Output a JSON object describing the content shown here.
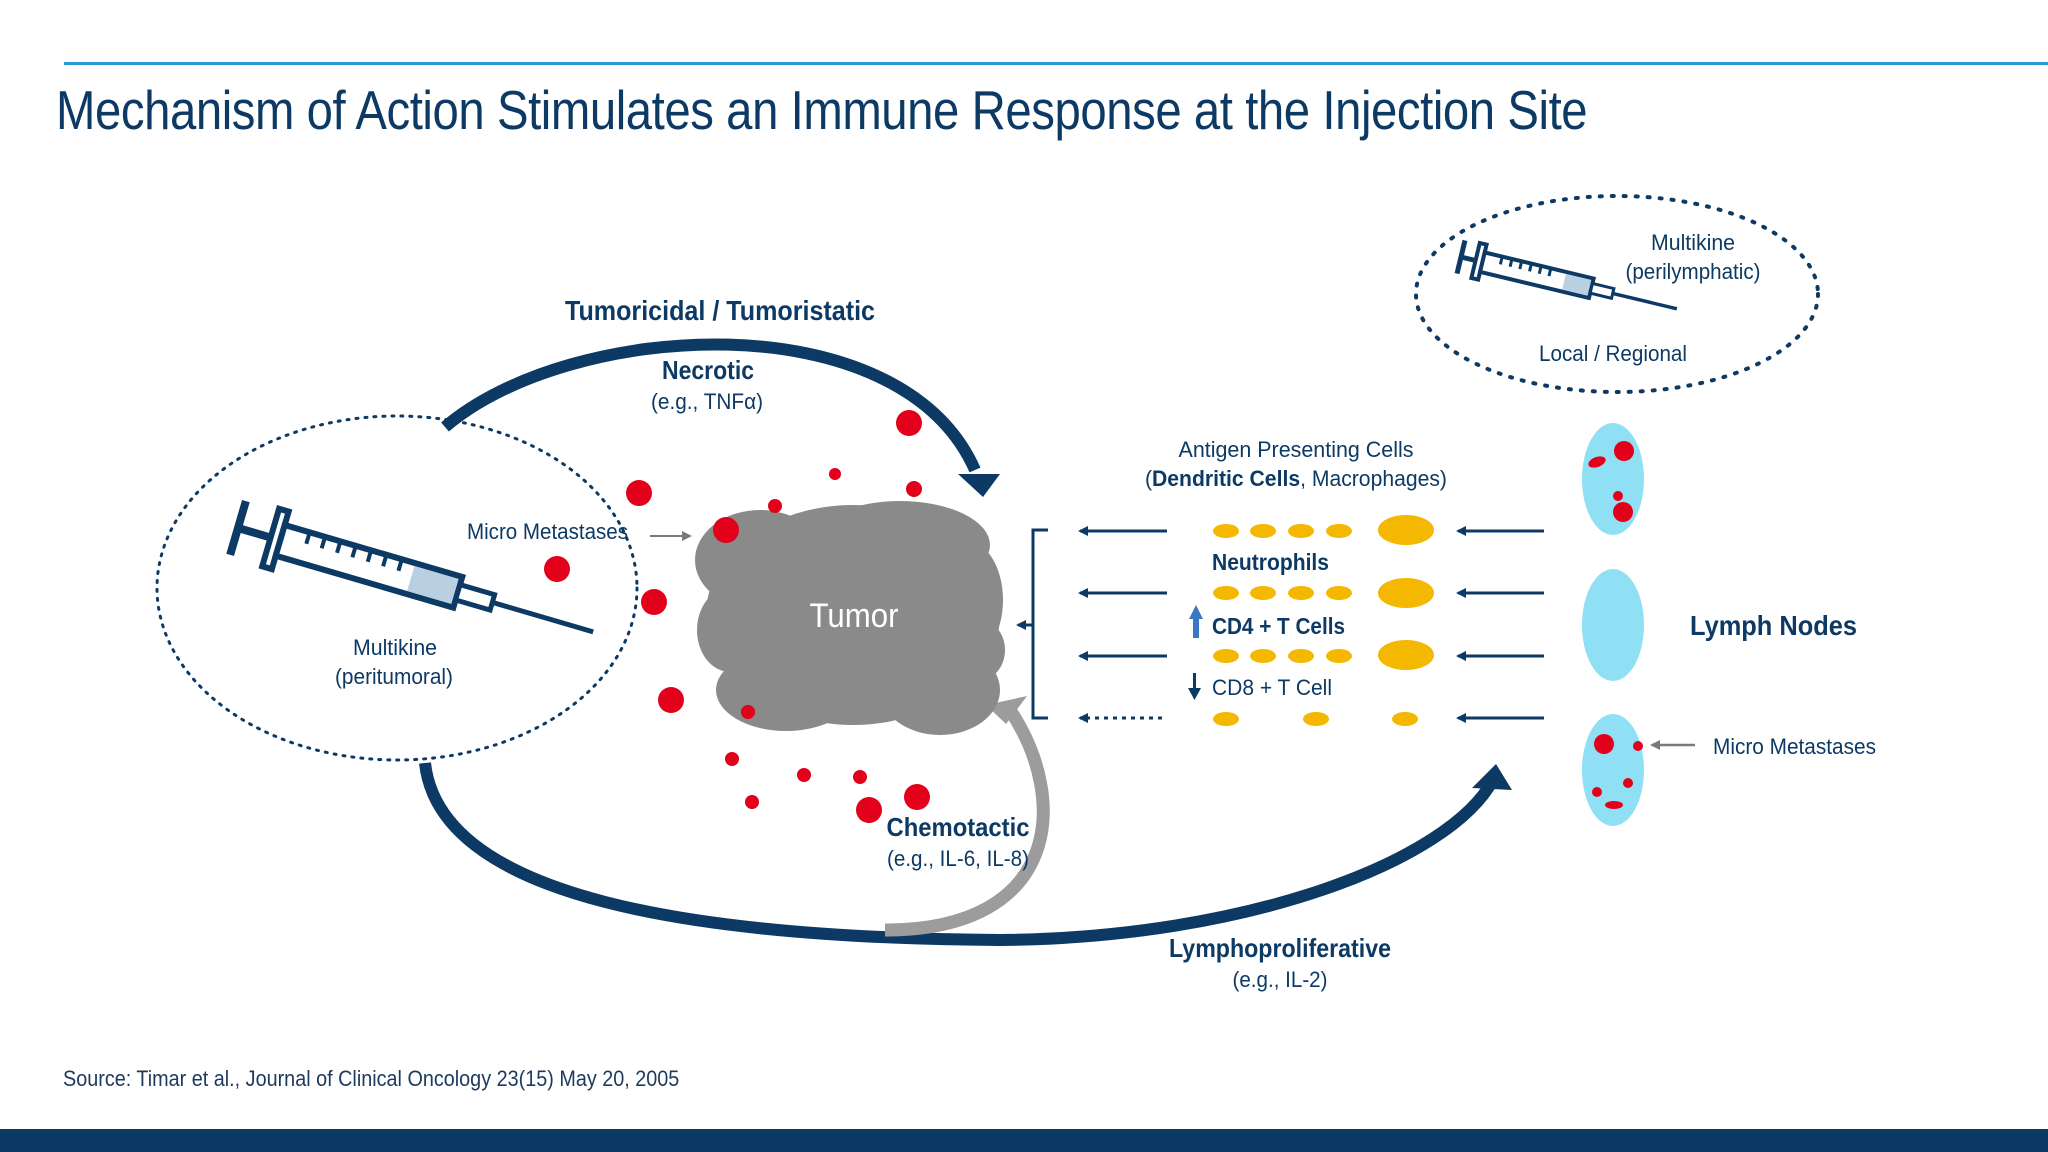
{
  "title": "Mechanism of Action Stimulates an Immune Response at the Injection Site",
  "source": "Source: Timar et al., Journal of Clinical Oncology 23(15) May 20, 2005",
  "colors": {
    "navy": "#0d3a64",
    "accent_line": "#2a9ad6",
    "tumor": "#8a8a8a",
    "metastasis": "#e3001b",
    "cell": "#f5b800",
    "lymph_node": "#8fe0f4",
    "grey_arrow": "#999999"
  },
  "diagram": {
    "top_arrow_label": "Tumoricidal / Tumoristatic",
    "necrotic_title": "Necrotic",
    "necrotic_example": "(e.g., TNFα)",
    "tumor_label": "Tumor",
    "micro_metastases_left": "Micro Metastases",
    "injection_left_line1": "Multikine",
    "injection_left_line2": "(peritumoral)",
    "injection_right_line1": "Multikine",
    "injection_right_line2": "(perilymphatic)",
    "local_regional": "Local / Regional",
    "apc_line1": "Antigen Presenting Cells",
    "apc_bold": "Dendritic Cells",
    "apc_rest": ", Macrophages)",
    "apc_open": "(",
    "neutrophils": "Neutrophils",
    "cd4": "CD4 + T Cells",
    "cd8": "CD8 + T Cell",
    "lymph_nodes": "Lymph Nodes",
    "micro_metastases_right": "Micro Metastases",
    "chemotactic_title": "Chemotactic",
    "chemotactic_example": "(e.g., IL-6, IL-8)",
    "lympho_title": "Lymphoproliferative",
    "lympho_example": "(e.g., IL-2)",
    "syringe_left_icon": "syringe-icon",
    "syringe_right_icon": "syringe-icon",
    "cd4_marker_icon": "up-arrow-icon",
    "cd8_marker_icon": "down-arrow-icon"
  }
}
